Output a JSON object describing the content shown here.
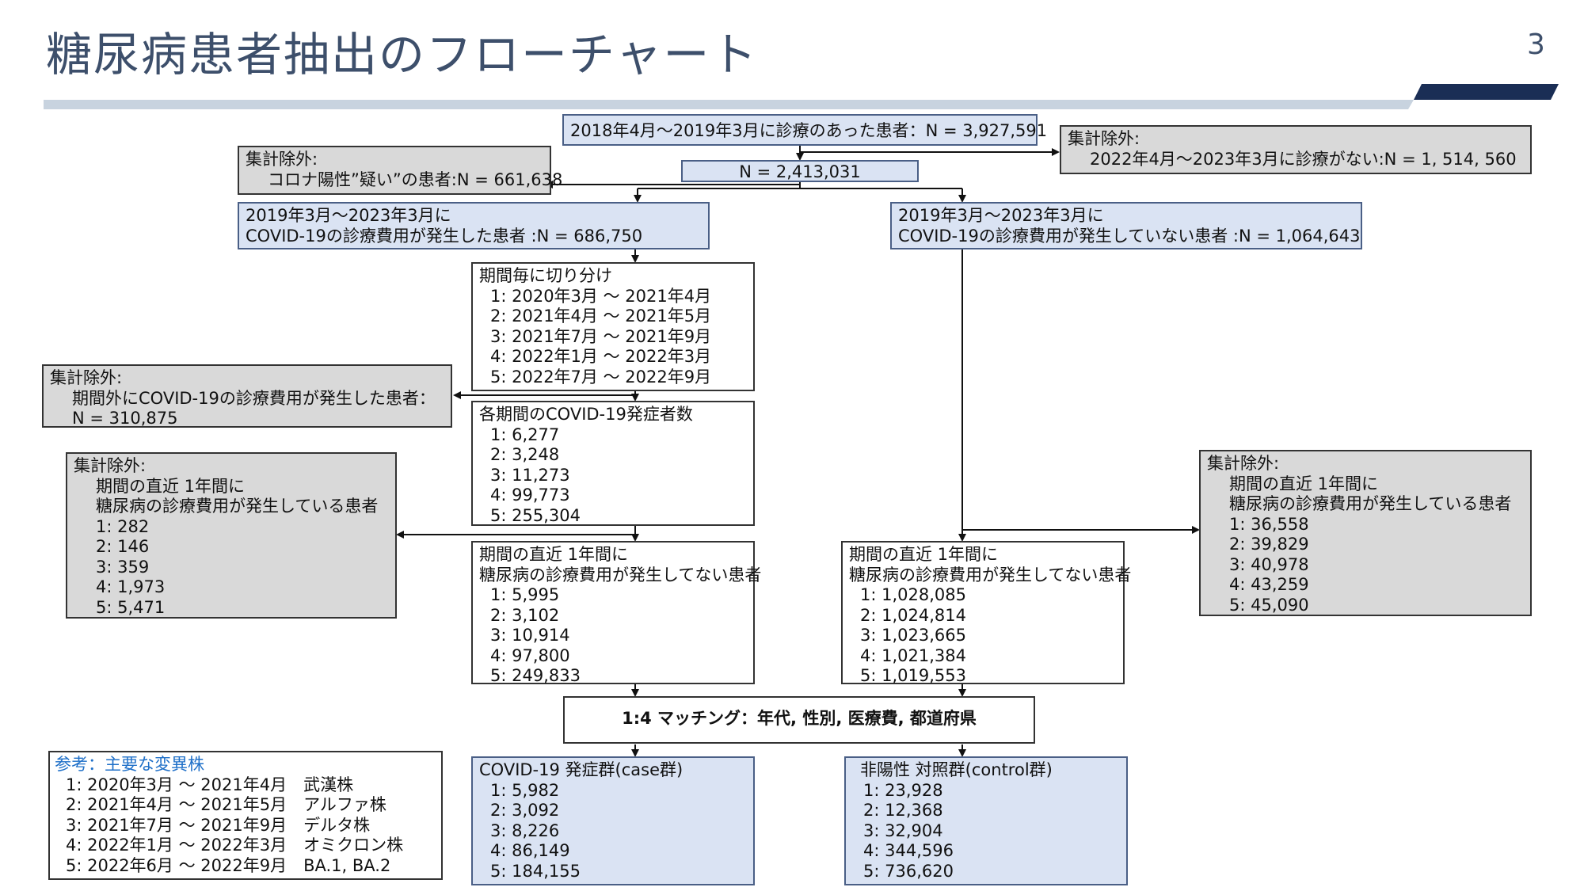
{
  "slide": {
    "title": "糖尿病患者抽出のフローチャート",
    "page_number": "3"
  },
  "colors": {
    "title": "#3d4f6b",
    "band_light": "#c8d3df",
    "band_dark": "#1a2e55",
    "box_blue": "#dae3f3",
    "box_gray": "#d9d9d9",
    "reference_title": "#1e6fc8"
  },
  "boxes": {
    "top": "2018年4月〜2019年3月に診療のあった患者：N = 3,927,591",
    "excl_top_right": {
      "header": "集計除外:",
      "line1": "2022年4月〜2023年3月に診療がない:N = 1, 514, 560"
    },
    "n_mid": "N = 2,413,031",
    "excl_top_left": {
      "header": "集計除外:",
      "line1": "コロナ陽性”疑い”の患者:N = 661,638"
    },
    "covid_yes": {
      "line1": "2019年3月〜2023年3月に",
      "line2": "COVID-19の診療費用が発生した患者 :N = 686,750"
    },
    "covid_no": {
      "line1": "2019年3月〜2023年3月に",
      "line2": "COVID-19の診療費用が発生していない患者 :N = 1,064,643"
    },
    "periods": {
      "header": "期間毎に切り分け",
      "items": [
        "1: 2020年3月 〜 2021年4月",
        "2: 2021年4月 〜 2021年5月",
        "3: 2021年7月 〜 2021年9月",
        "4: 2022年1月 〜 2022年3月",
        "5: 2022年7月 〜 2022年9月"
      ]
    },
    "excl_period": {
      "header": "集計除外:",
      "line1": "期間外にCOVID-19の診療費用が発生した患者：",
      "line2": "N = 310,875"
    },
    "onset": {
      "header": "各期間のCOVID-19発症者数",
      "items": [
        "1: 6,277",
        "2: 3,248",
        "3: 11,273",
        "4: 99,773",
        "5: 255,304"
      ]
    },
    "excl_dm_left": {
      "header": "集計除外:",
      "line1": "期間の直近 1年間に",
      "line2": "糖尿病の診療費用が発生している患者",
      "items": [
        "1: 282",
        "2: 146",
        "3: 359",
        "4: 1,973",
        "5: 5,471"
      ]
    },
    "no_dm_left": {
      "line1": "期間の直近 1年間に",
      "line2": "糖尿病の診療費用が発生してない患者",
      "items": [
        "1: 5,995",
        "2: 3,102",
        "3: 10,914",
        "4: 97,800",
        "5: 249,833"
      ]
    },
    "no_dm_right": {
      "line1": "期間の直近 1年間に",
      "line2": "糖尿病の診療費用が発生してない患者",
      "items": [
        "1: 1,028,085",
        "2: 1,024,814",
        "3: 1,023,665",
        "4: 1,021,384",
        "5: 1,019,553"
      ]
    },
    "excl_dm_right": {
      "header": "集計除外:",
      "line1": "期間の直近 1年間に",
      "line2": "糖尿病の診療費用が発生している患者",
      "items": [
        "1: 36,558",
        "2: 39,829",
        "3: 40,978",
        "4: 43,259",
        "5: 45,090"
      ]
    },
    "matching": "1:4 マッチング：年代, 性別, 医療費, 都道府県",
    "case": {
      "header": "COVID-19 発症群(case群)",
      "items": [
        "1: 5,982",
        "2: 3,092",
        "3: 8,226",
        "4: 86,149",
        "5: 184,155"
      ]
    },
    "control": {
      "header": "非陽性 対照群(control群)",
      "items": [
        "1: 23,928",
        "2: 12,368",
        "3: 32,904",
        "4: 344,596",
        "5: 736,620"
      ]
    },
    "reference": {
      "header": "参考：主要な変異株",
      "items": [
        "1: 2020年3月 〜 2021年4月　武漢株",
        "2: 2021年4月 〜 2021年5月　アルファ株",
        "3: 2021年7月 〜 2021年9月　デルタ株",
        "4: 2022年1月 〜 2022年3月　オミクロン株",
        "5: 2022年6月 〜 2022年9月　BA.1, BA.2"
      ]
    }
  }
}
